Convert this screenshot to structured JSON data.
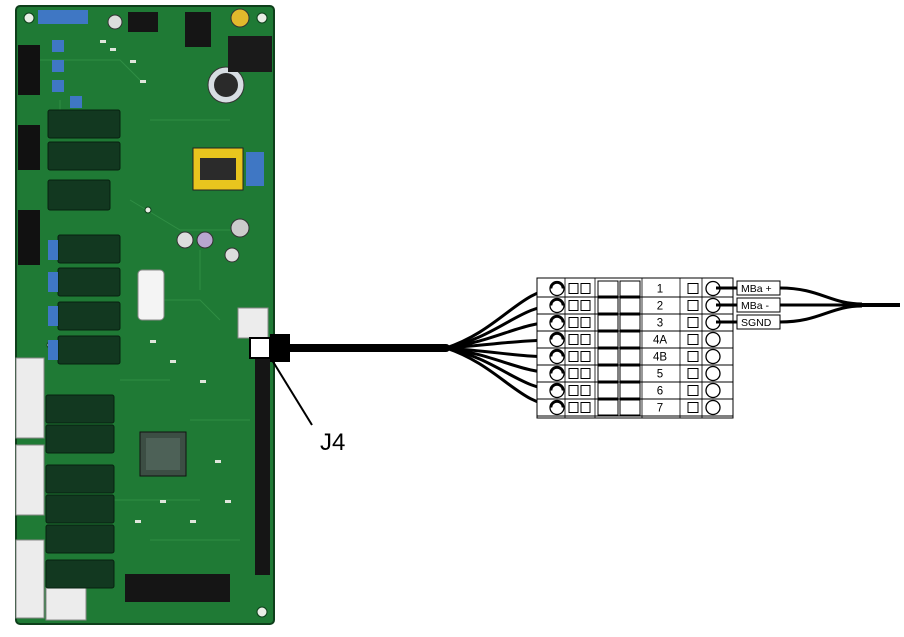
{
  "connector": {
    "label": "J4"
  },
  "terminal_block": {
    "pins": [
      "1",
      "2",
      "3",
      "4A",
      "4B",
      "5",
      "6",
      "7"
    ]
  },
  "signals": [
    "MBa +",
    "MBa -",
    "SGND"
  ],
  "colors": {
    "pcb_green": "#1f7a35",
    "pcb_dark": "#0f4a1f",
    "relay_dark": "#123820",
    "cable": "#000000",
    "terminal_grey": "#ffffff"
  },
  "icons": [
    "pcb-board",
    "terminal-block",
    "cable-bundle",
    "screw-terminal-icon"
  ]
}
